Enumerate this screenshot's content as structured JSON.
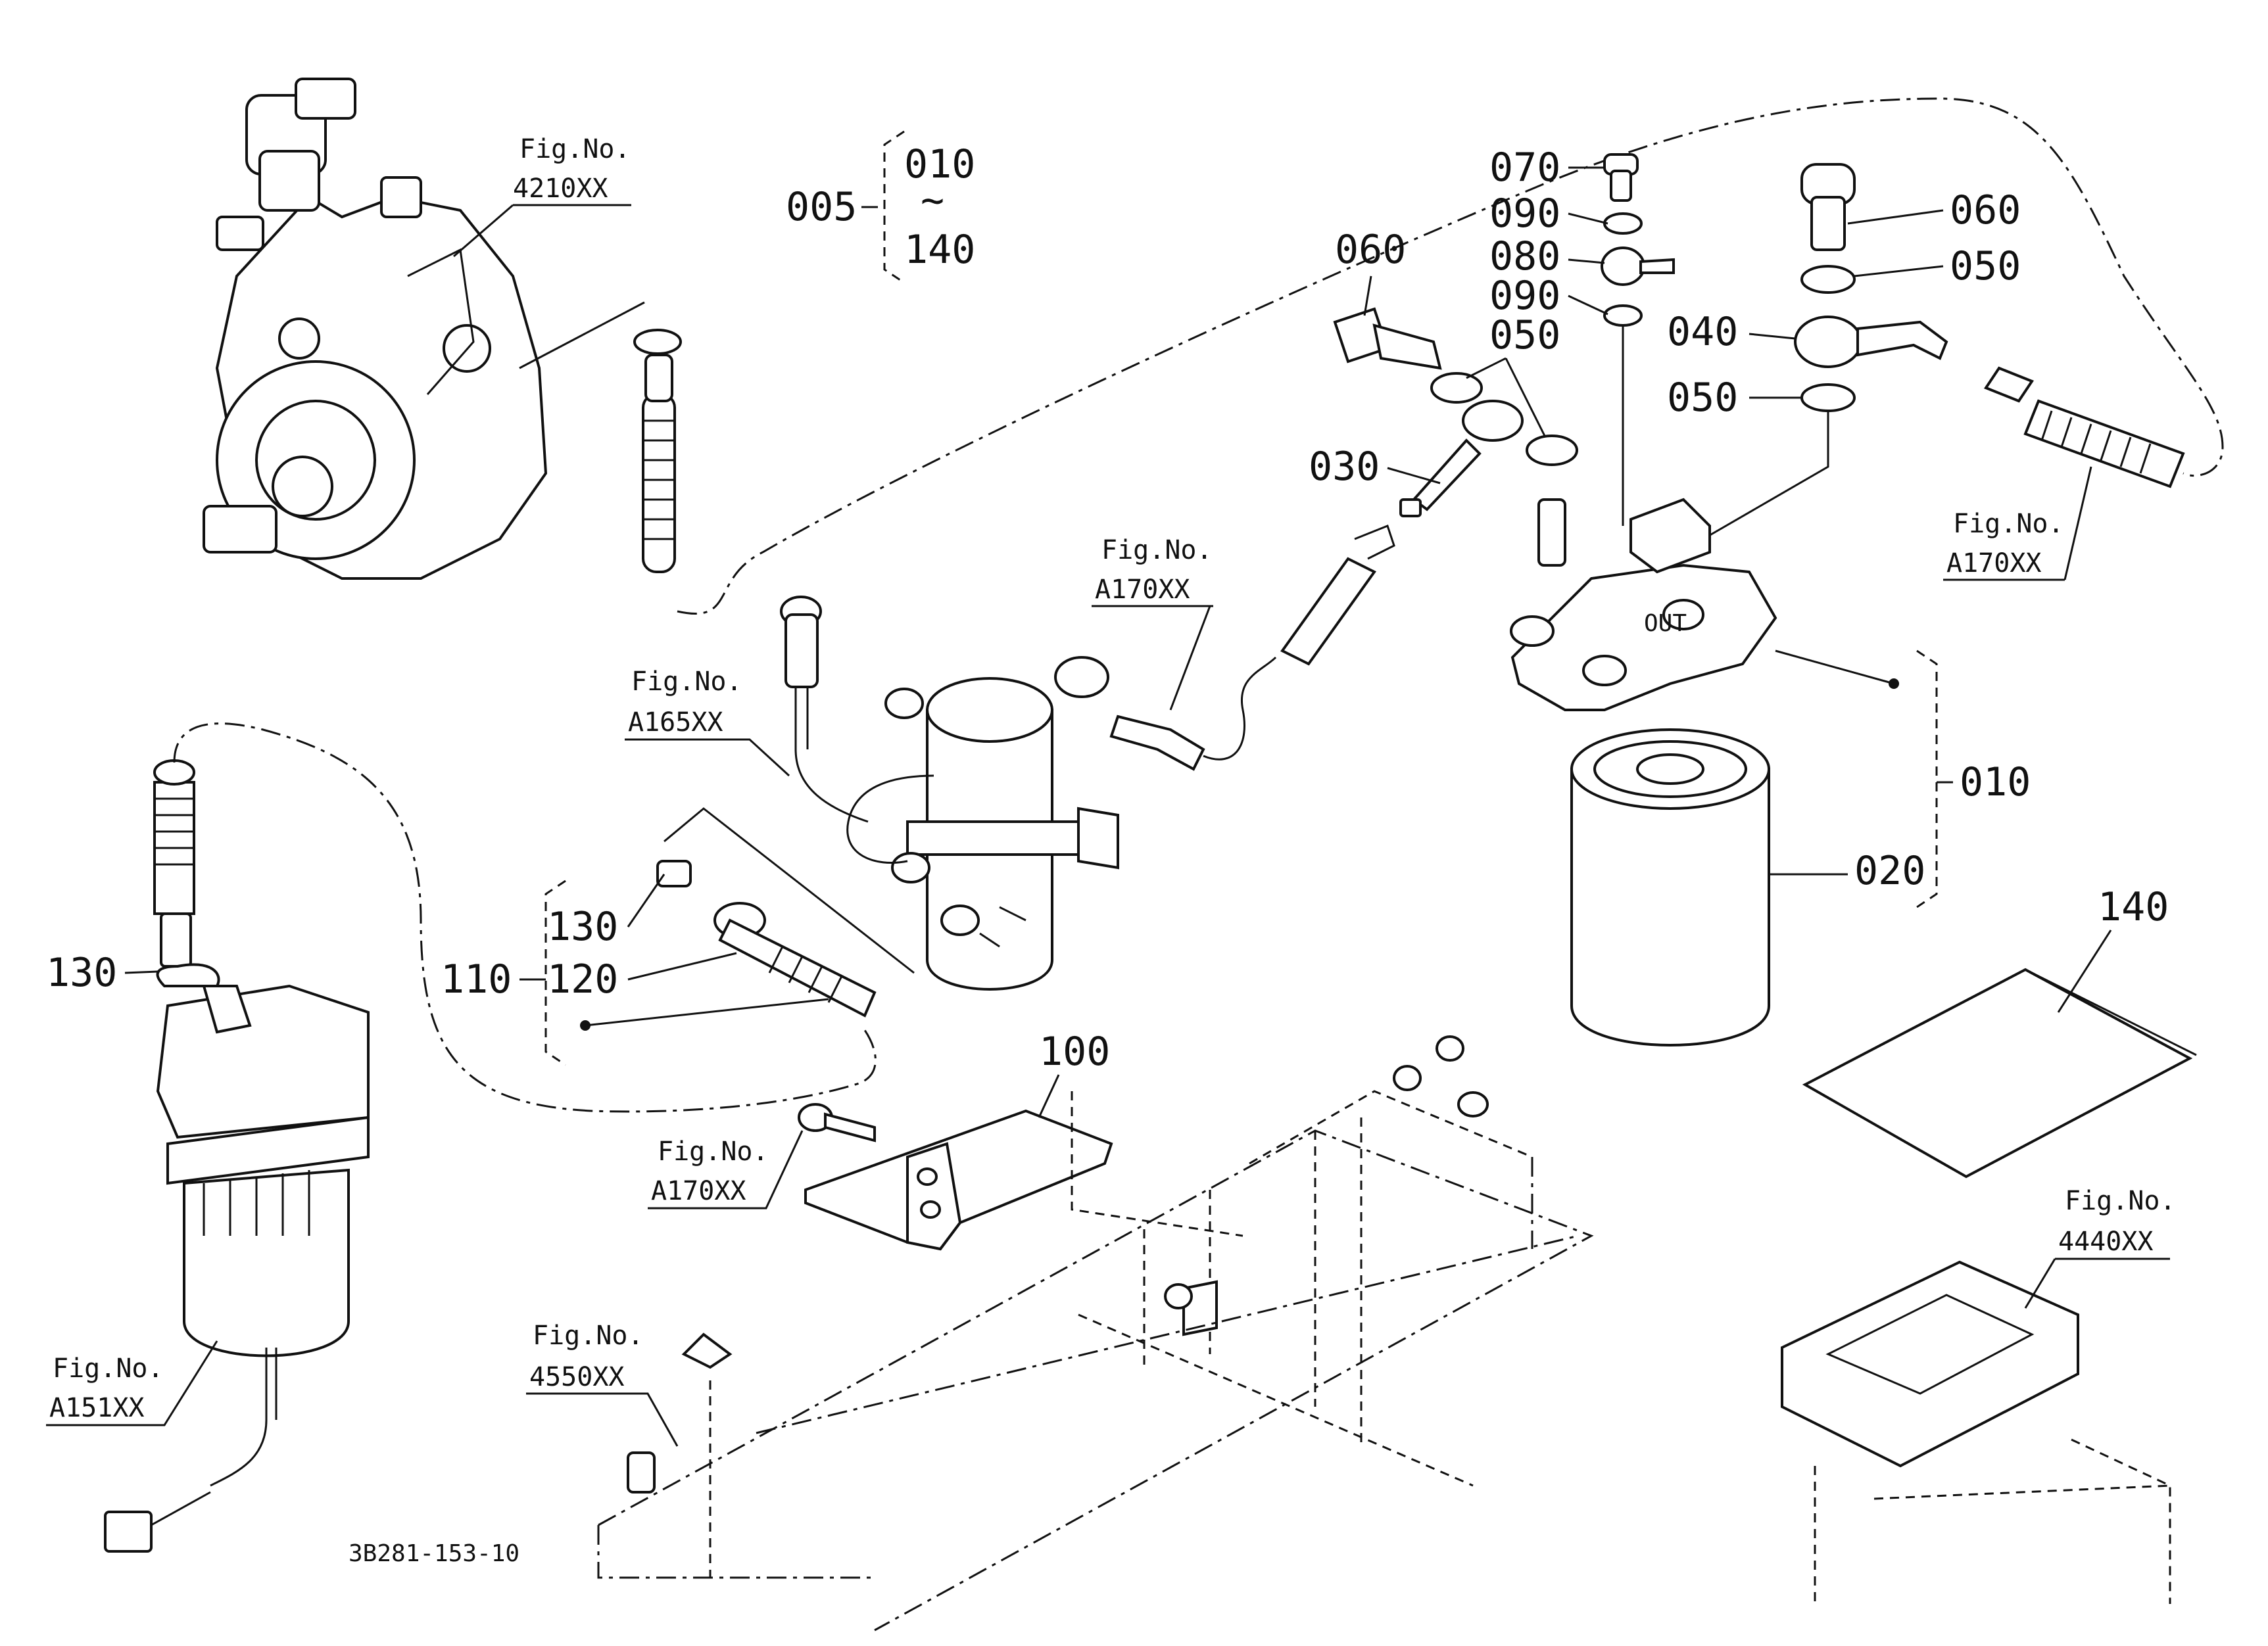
{
  "callouts": {
    "c005": "005",
    "c010_range": "010",
    "c_tilde": "~",
    "c140_range": "140",
    "c070": "070",
    "c090a": "090",
    "c080": "080",
    "c090b": "090",
    "c050a": "050",
    "c060a": "060",
    "c030": "030",
    "c060b": "060",
    "c050b": "050",
    "c040": "040",
    "c050c": "050",
    "c010": "010",
    "c020": "020",
    "c140": "140",
    "c100": "100",
    "c110": "110",
    "c130a": "130",
    "c120": "120",
    "c130b": "130"
  },
  "refs": {
    "r4210": {
      "line1": "Fig.No.",
      "line2": "4210XX"
    },
    "rA170a": {
      "line1": "Fig.No.",
      "line2": "A170XX"
    },
    "rA170b": {
      "line1": "Fig.No.",
      "line2": "A170XX"
    },
    "rA165": {
      "line1": "Fig.No.",
      "line2": "A165XX"
    },
    "rA170c": {
      "line1": "Fig.No.",
      "line2": "A170XX"
    },
    "rA151": {
      "line1": "Fig.No.",
      "line2": "A151XX"
    },
    "r4550": {
      "line1": "Fig.No.",
      "line2": "4550XX"
    },
    "r4440": {
      "line1": "Fig.No.",
      "line2": "4440XX"
    }
  },
  "embossed": {
    "out": "OUT"
  },
  "drawing_code": "3B281-153-10"
}
